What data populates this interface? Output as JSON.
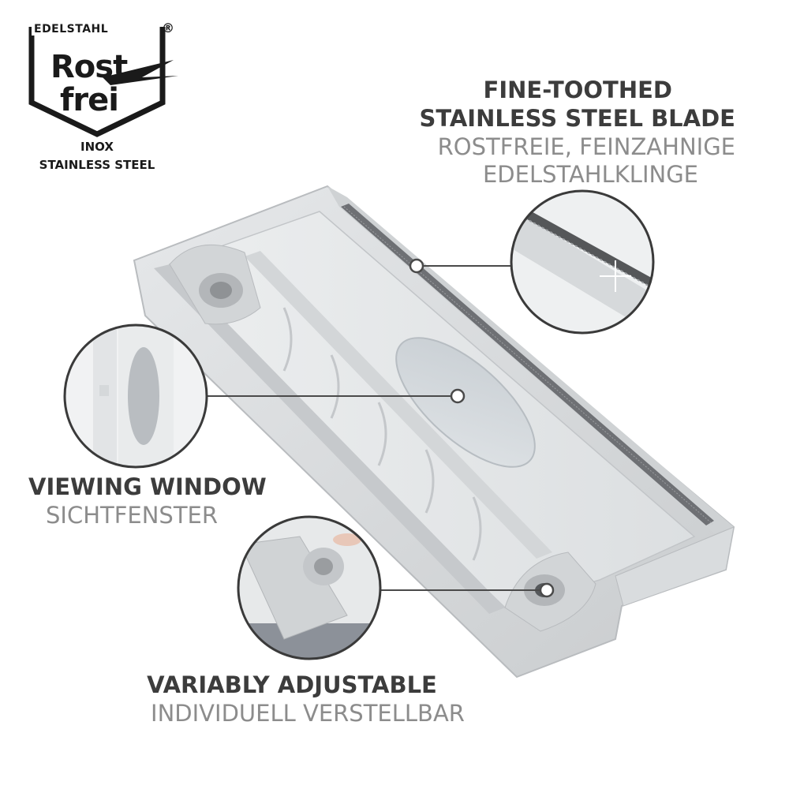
{
  "logo": {
    "top_text": "EDELSTAHL",
    "registered": "®",
    "word1": "Rost",
    "word2": "frei",
    "line1": "INOX",
    "line2": "STAINLESS STEEL"
  },
  "callouts": {
    "blade": {
      "title_line1": "FINE-TOOTHED",
      "title_line2": "STAINLESS STEEL BLADE",
      "subtitle_line1": "ROSTFREIE, FEINZAHNIGE",
      "subtitle_line2": "EDELSTAHLKLINGE"
    },
    "window": {
      "title": "VIEWING WINDOW",
      "subtitle": "SICHTFENSTER"
    },
    "adjust": {
      "title": "VARIABLY ADJUSTABLE",
      "subtitle": "INDIVIDUELL VERSTELLBAR"
    }
  },
  "colors": {
    "heading": "#3c3c3c",
    "subheading": "#8c8c8c",
    "product": "#d6d8da",
    "callout_line": "#4a4a4a"
  }
}
